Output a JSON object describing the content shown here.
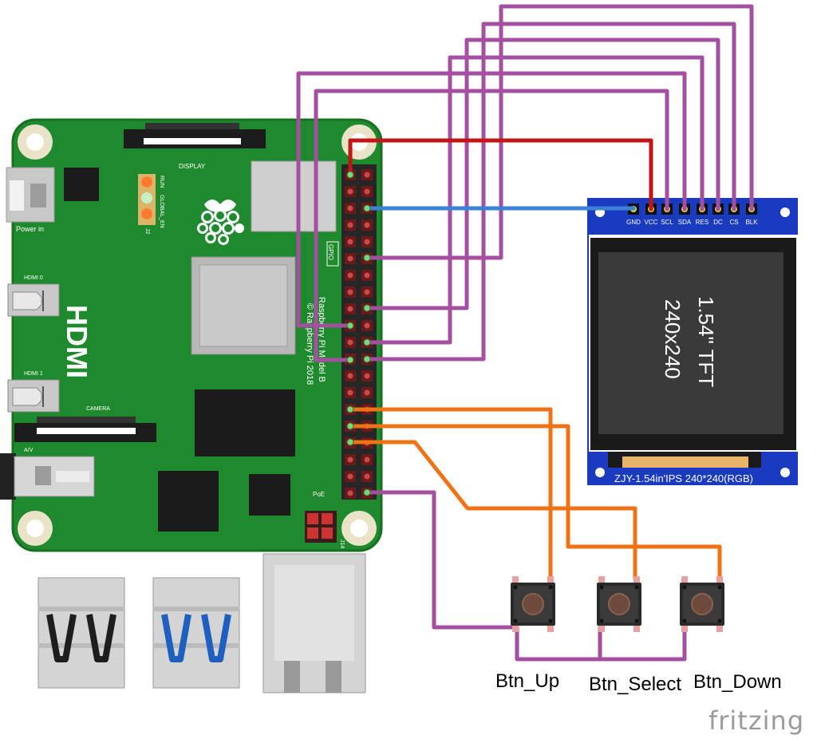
{
  "board": {
    "labels": {
      "display": "DISPLAY",
      "power": "Power in",
      "hdmi0": "HDMI 0",
      "hdmi1": "HDMI 1",
      "hdmi": "HDMI",
      "camera": "CAMERA",
      "av": "A/V",
      "run": "RUN",
      "global_en": "GLOBAL_EN",
      "j2": "J2",
      "gpio": "GPIO",
      "model_line1": "Raspberry Pi Model B",
      "model_line2": "© Raspberry Pi 2018",
      "poe": "PoE",
      "j14": "J14",
      "usb2": "USB2",
      "usb3": "USB3",
      "ethernet": "Ethernet"
    }
  },
  "tft": {
    "pins": [
      "GND",
      "VCC",
      "SCL",
      "SDA",
      "RES",
      "DC",
      "CS",
      "BLK"
    ],
    "screen_line1": "1.54\" TFT",
    "screen_line2": "240x240",
    "model": "ZJY-1.54in'IPS 240*240(RGB)"
  },
  "buttons": [
    {
      "label": "Btn_Up"
    },
    {
      "label": "Btn_Select"
    },
    {
      "label": "Btn_Down"
    }
  ],
  "watermark": "fritzing",
  "colors": {
    "board": "#1f8a2d",
    "board_edge": "#17701f",
    "tft_blue": "#1a3bbf",
    "wire_purple": "#a54fa0",
    "wire_red": "#c21515",
    "wire_blue": "#3b82d6",
    "wire_orange": "#ee7216"
  }
}
